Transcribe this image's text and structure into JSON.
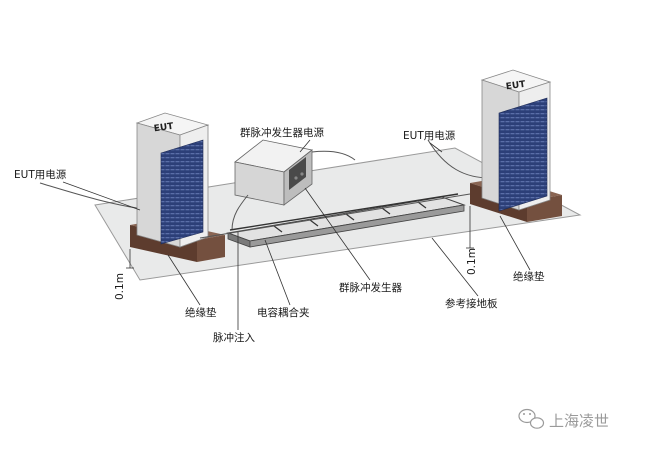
{
  "labels": {
    "eut_power_left": "EUT用电源",
    "eut_power_right": "EUT用电源",
    "burst_generator_power": "群脉冲发生器电源",
    "burst_generator": "群脉冲发生器",
    "capacitive_coupling_clamp": "电容耦合夹",
    "pulse_injection": "脉冲注入",
    "reference_ground_plane": "参考接地板",
    "insulation_pad_left": "绝缘垫",
    "insulation_pad_right": "绝缘垫",
    "height_left": "0.1m",
    "height_right": "0.1m"
  },
  "eut": {
    "left_label": "EUT",
    "right_label": "EUT"
  },
  "watermark": {
    "text": "上海凌世",
    "icon": "wechat-icon"
  },
  "colors": {
    "cabinet_front": "#2c3f78",
    "insulation_pad": "#6e4a3a",
    "ground_plane": "#e9eaea"
  }
}
